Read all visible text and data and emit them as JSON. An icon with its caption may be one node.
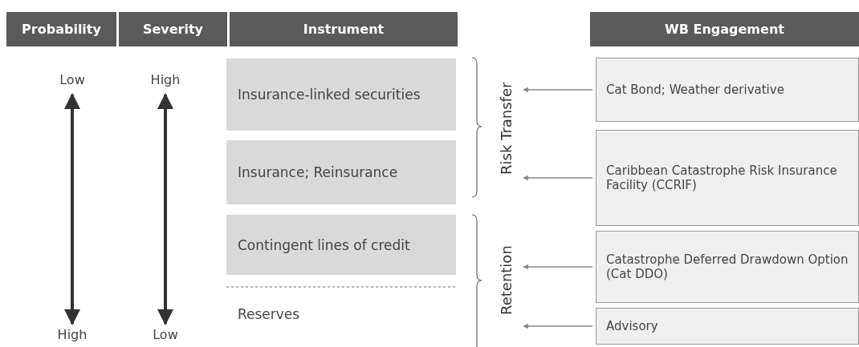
{
  "diagram": {
    "nodes": [
      {
        "text": [
          "Probability"
        ]
      },
      {
        "text": [
          "Severity"
        ]
      },
      {
        "text": [
          "Instrument"
        ]
      },
      {
        "text": [
          "WB Engagement"
        ]
      },
      {
        "text": [
          "Low"
        ]
      },
      {
        "text": [
          "High"
        ]
      },
      {
        "text": [
          "High"
        ]
      },
      {
        "text": [
          "Low"
        ]
      },
      {
        "text": [
          "Insurance-linked securities"
        ]
      },
      {
        "text": [
          "Insurance; Reinsurance"
        ]
      },
      {
        "text": [
          "Contingent lines of credit"
        ]
      },
      {
        "text": [
          "Reserves"
        ]
      },
      {
        "text": [
          "Risk Transfer"
        ]
      },
      {
        "text": [
          "Retention"
        ]
      },
      {
        "text": [
          "Cat Bond; Weather derivative"
        ]
      },
      {
        "text": [
          "Caribbean Catastrophe Risk Insurance Facility (CCRIF)"
        ]
      },
      {
        "text": [
          "Catastrophe Deferred Drawdown Option (Cat DDO)"
        ]
      },
      {
        "text": [
          "Advisory"
        ]
      }
    ],
    "edges": [
      {
        "from": 4,
        "to": 5,
        "arrow": "both",
        "style": "thick",
        "color": "#333333"
      },
      {
        "from": 6,
        "to": 7,
        "arrow": "both",
        "style": "thick",
        "color": "#333333"
      },
      {
        "from": 14,
        "to": 12,
        "arrow": "to"
      },
      {
        "from": 15,
        "to": 12,
        "arrow": "to"
      },
      {
        "from": 16,
        "to": 13,
        "arrow": "to"
      },
      {
        "from": 17,
        "to": 13,
        "arrow": "to"
      }
    ]
  }
}
